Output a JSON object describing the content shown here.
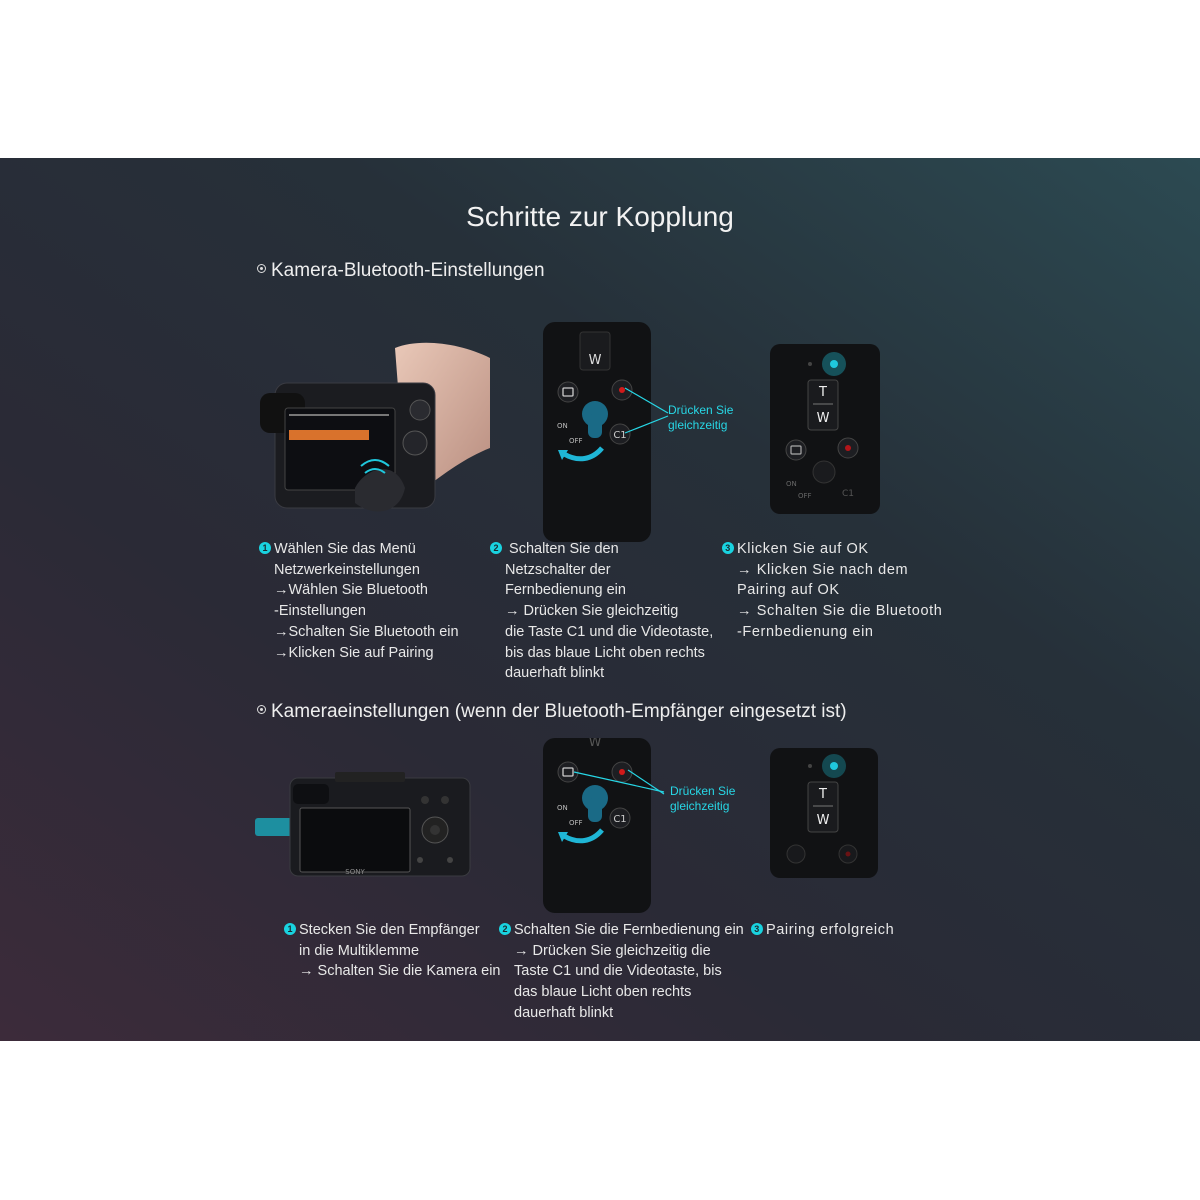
{
  "title": "Schritte zur Kopplung",
  "sections": [
    {
      "heading": "Kamera-Bluetooth-Einstellungen",
      "callout": [
        "Drücken Sie",
        "gleichzeitig"
      ],
      "steps": [
        {
          "number": "1",
          "lines": [
            "Wählen Sie das Menü",
            "Netzwerkeinstellungen",
            "→Wählen Sie Bluetooth",
            "-Einstellungen",
            "→Schalten Sie Bluetooth ein",
            "→Klicken Sie auf Pairing"
          ]
        },
        {
          "number": "2",
          "lines": [
            " Schalten Sie den",
            "Netzschalter der",
            "Fernbedienung ein",
            "→ Drücken Sie gleichzeitig",
            "die Taste C1 und die Videotaste,",
            "bis das blaue Licht oben rechts",
            "dauerhaft blinkt"
          ]
        },
        {
          "number": "3",
          "lines": [
            "Klicken Sie auf OK",
            "→ Klicken Sie nach dem",
            "Pairing auf OK",
            "→ Schalten Sie die Bluetooth",
            "-Fernbedienung ein"
          ]
        }
      ]
    },
    {
      "heading": "Kameraeinstellungen (wenn der Bluetooth-Empfänger eingesetzt ist)",
      "callout": [
        "Drücken Sie",
        "gleichzeitig"
      ],
      "steps": [
        {
          "number": "1",
          "lines": [
            "Stecken Sie den Empfänger",
            "in die Multiklemme",
            "→ Schalten Sie die Kamera ein"
          ]
        },
        {
          "number": "2",
          "lines": [
            "Schalten Sie die Fernbedienung ein",
            "→ Drücken Sie gleichzeitig die",
            "Taste C1 und die Videotaste, bis",
            "das blaue Licht oben rechts",
            "dauerhaft blinkt"
          ]
        },
        {
          "number": "3",
          "lines": [
            "Pairing erfolgreich"
          ]
        }
      ]
    }
  ],
  "labels": {
    "zoom_t": "T",
    "zoom_w": "W",
    "c1": "C1",
    "on": "ON",
    "off": "OFF",
    "brand": "SONY"
  },
  "colors": {
    "accent": "#27d7e6",
    "led_blue": "#1fc8dd",
    "record_red": "#d11a1a",
    "text": "#e8e8e8"
  }
}
